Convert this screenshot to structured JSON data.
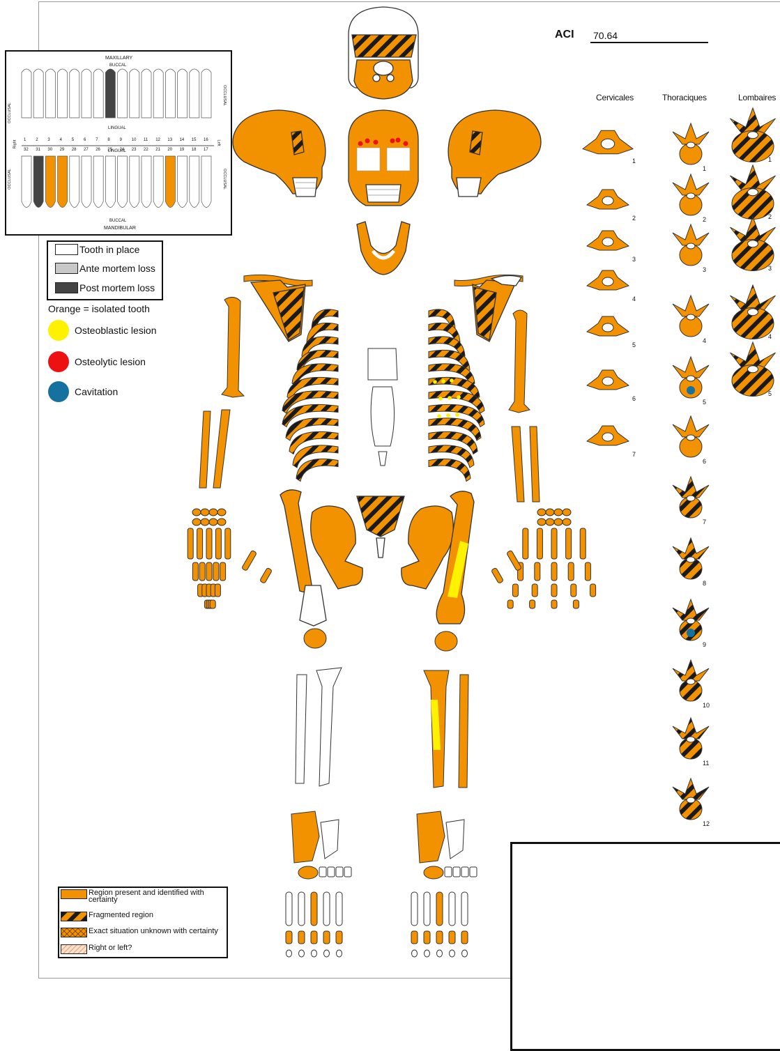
{
  "colors": {
    "present": "#f39200",
    "fragmented_stripe": "#1a1a1a",
    "outline": "#333333",
    "osteoblastic": "#fff200",
    "osteolytic": "#ee1111",
    "cavitation": "#1471a0",
    "post_mortem": "#444444",
    "ante_mortem": "#c8c8c8"
  },
  "aci": {
    "label": "ACI",
    "value": "70.64"
  },
  "vertebrae": {
    "cervical": {
      "title": "Cervicales",
      "numbers": [
        "1",
        "2",
        "3",
        "4",
        "5",
        "6",
        "7"
      ]
    },
    "thoracic": {
      "title": "Thoraciques",
      "numbers": [
        "1",
        "2",
        "3",
        "4",
        "5",
        "6",
        "7",
        "8",
        "9",
        "10",
        "11",
        "12"
      ],
      "cavitation_levels": [
        "5",
        "9"
      ]
    },
    "lumbar": {
      "title": "Lombaires",
      "numbers": [
        "1",
        "2",
        "3",
        "4",
        "5"
      ]
    }
  },
  "dental_chart": {
    "maxillary": "MAXILLARY",
    "buccal_top": "BUCCAL",
    "lingual_top": "LINGUAL",
    "lingual_bottom": "LINGUAL",
    "buccal_bottom": "BUCCAL",
    "mandibular": "MANDIBULAR",
    "occlusal": "OCCLUSAL",
    "right": "Right",
    "left": "Left",
    "upper_numbers": [
      "1",
      "2",
      "3",
      "4",
      "5",
      "6",
      "7",
      "8",
      "9",
      "10",
      "11",
      "12",
      "13",
      "14",
      "15",
      "16"
    ],
    "lower_numbers": [
      "32",
      "31",
      "30",
      "29",
      "28",
      "27",
      "26",
      "25",
      "24",
      "23",
      "22",
      "21",
      "20",
      "19",
      "18",
      "17"
    ],
    "upper_post_mortem": [
      "8"
    ],
    "lower_post_mortem": [
      "31"
    ],
    "lower_isolated": [
      "30",
      "29",
      "20"
    ]
  },
  "tooth_legend": [
    {
      "label": "Tooth in place",
      "swatch": "white"
    },
    {
      "label": "Ante mortem loss",
      "swatch": "light"
    },
    {
      "label": "Post mortem loss",
      "swatch": "dark"
    }
  ],
  "isolated_note": "Orange = isolated tooth",
  "lesion_legend": [
    {
      "label": "Osteoblastic lesion",
      "color": "#fff200"
    },
    {
      "label": "Osteolytic lesion",
      "color": "#ee1111"
    },
    {
      "label": "Cavitation",
      "color": "#1471a0"
    }
  ],
  "region_legend": [
    {
      "label": "Region present and identified with certainty",
      "pattern": "solid"
    },
    {
      "label": "Fragmented region",
      "pattern": "stripes"
    },
    {
      "label": "Exact situation unknown with certainty",
      "pattern": "cross"
    },
    {
      "label": "Right or left?",
      "pattern": "hatch"
    }
  ]
}
